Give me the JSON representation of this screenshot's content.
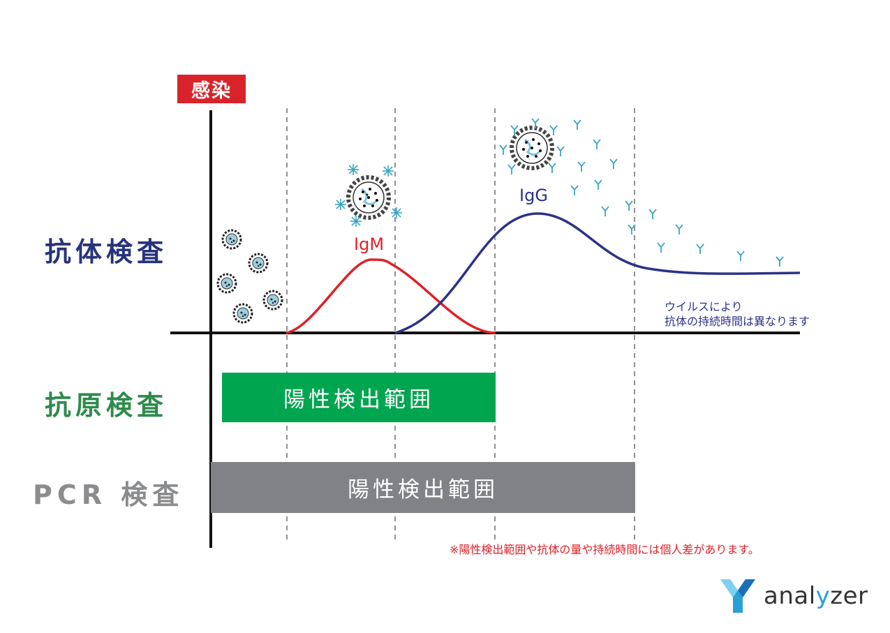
{
  "infection_label": "感染",
  "rows": {
    "antibody_test": "抗体検査",
    "antigen_test": "抗原検査",
    "pcr_test": "PCR 検査"
  },
  "bars": {
    "antigen_positive_range": "陽性検出範囲",
    "pcr_positive_range": "陽性検出範囲"
  },
  "curves": {
    "igm": "IgM",
    "igg": "IgG"
  },
  "notes": {
    "virus_line1": "ウイルスにより",
    "virus_line2": "抗体の持続時間は異なります",
    "footer": "※陽性検出範囲や抗体の量や持続時間には個人差があります。"
  },
  "logo": {
    "text_before": "anal",
    "text_accent": "y",
    "text_after": "zer"
  },
  "colors": {
    "infection_red": "#d9232a",
    "antibody_navy": "#27337a",
    "antigen_green": "#00a54f",
    "pcr_gray": "#808285",
    "igm_red": "#e02027",
    "igg_navy": "#2b3288",
    "antibody_teal": "#3aa6c2"
  }
}
